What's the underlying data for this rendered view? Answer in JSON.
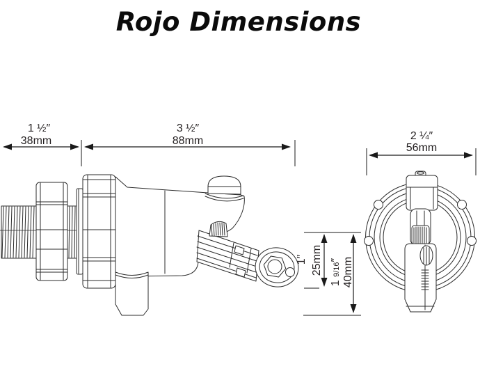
{
  "title": "Rojo Dimensions",
  "dimensions": {
    "inlet_thread_length": {
      "inches": "1 ½″",
      "mm": "38mm"
    },
    "body_length": {
      "inches": "3 ½″",
      "mm": "88mm"
    },
    "face_diameter": {
      "inches": "2 ¼″",
      "mm": "56mm"
    },
    "outlet_drop": {
      "inches": "1″",
      "mm": "25mm"
    },
    "handle_drop": {
      "inches_whole": "1 ",
      "inches_frac": "9/16",
      "inches_mark": "″",
      "mm": "40mm"
    }
  },
  "colors": {
    "line_art": "#2b2b2b",
    "dimension_lines": "#1a1a1a",
    "text": "#231f20",
    "background": "#ffffff"
  }
}
